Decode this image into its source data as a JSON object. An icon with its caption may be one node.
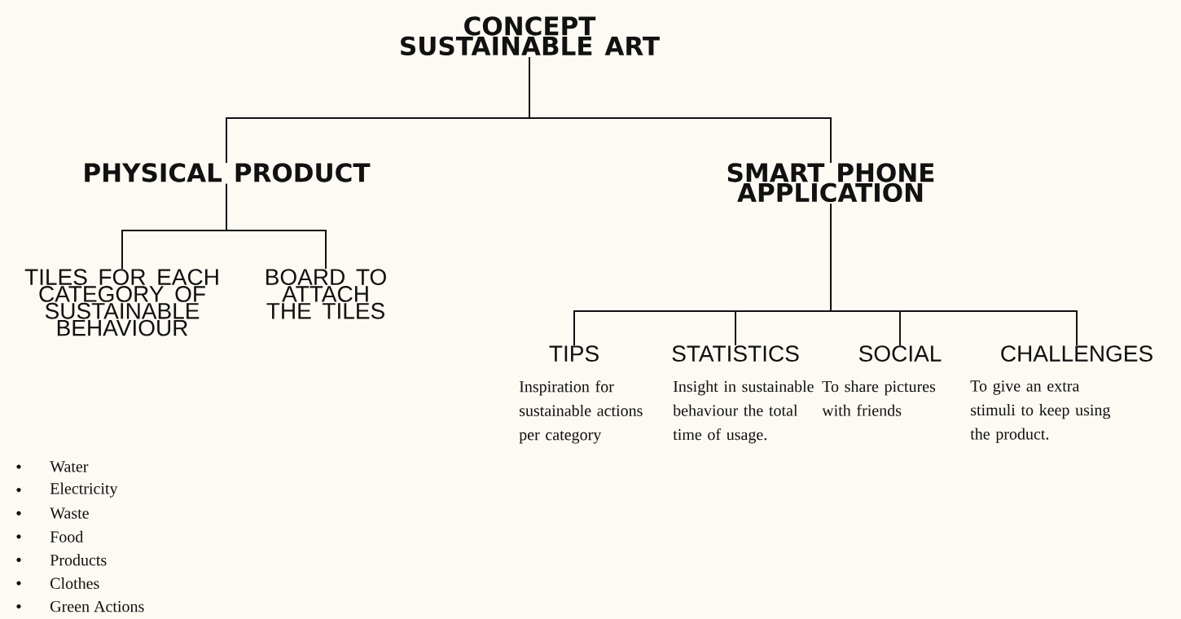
{
  "diagram": {
    "nodes": [
      {
        "text": [
          "CONCEPT SUSTAINABLE ART"
        ]
      },
      {
        "text": [
          "PHYSICAL PRODUCT"
        ]
      },
      {
        "text": [
          "SMART PHONE APPLICATION"
        ]
      },
      {
        "text": [
          "TILES FOR EACH CATEGORY OF SUSTAINABLE BEHAVIOUR"
        ],
        "beside": [
          "Water",
          "Electricity",
          "Waste",
          "Food",
          "Products",
          "Clothes",
          "Green Actions"
        ]
      },
      {
        "text": [
          "BOARD TO ATTACH THE TILES"
        ]
      },
      {
        "text": [
          "TIPS",
          "Inspiration for sustainable actions per category"
        ]
      },
      {
        "text": [
          "STATISTICS",
          "Insight in sustainable behaviour the total time of usage."
        ]
      },
      {
        "text": [
          "SOCIAL",
          "To share pictures with friends"
        ]
      },
      {
        "text": [
          "CHALLENGES",
          "To give an extra stimuli to keep using the product."
        ]
      }
    ],
    "edges": [
      {
        "from": 0,
        "to": 1,
        "arrow": "none"
      },
      {
        "from": 0,
        "to": 2,
        "arrow": "none"
      },
      {
        "from": 1,
        "to": 3,
        "arrow": "none"
      },
      {
        "from": 1,
        "to": 4,
        "arrow": "none"
      },
      {
        "from": 2,
        "to": 5,
        "arrow": "none"
      },
      {
        "from": 2,
        "to": 6,
        "arrow": "none"
      },
      {
        "from": 2,
        "to": 7,
        "arrow": "none"
      },
      {
        "from": 2,
        "to": 8,
        "arrow": "none"
      }
    ]
  }
}
